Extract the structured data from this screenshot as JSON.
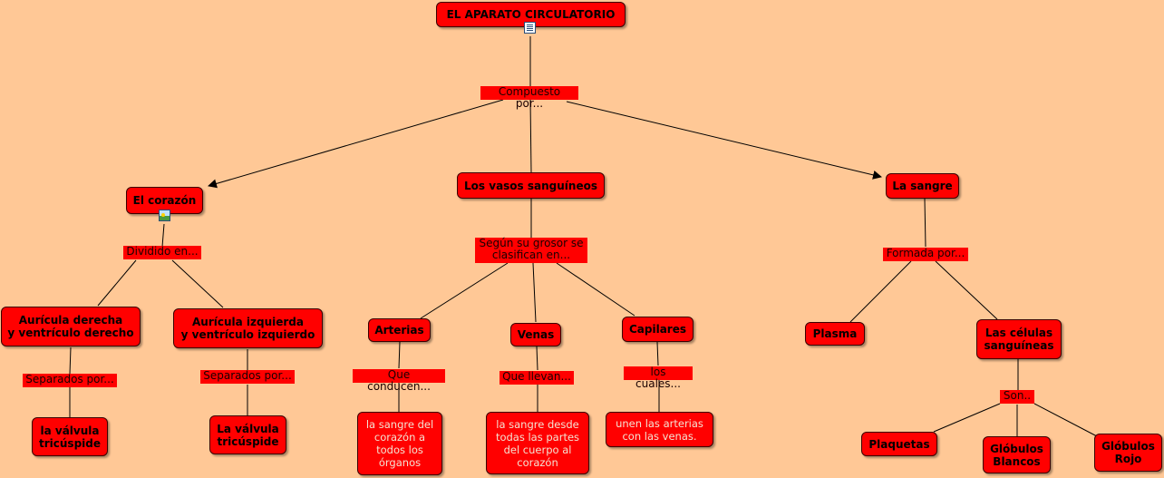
{
  "title": "EL APARATO CIRCULATORIO",
  "links": {
    "compuesto": "Compuesto por...",
    "dividido": "Dividido en...",
    "separados_1": "Separados por...",
    "separados_2": "Separados por...",
    "grosor": "Según su grosor se\nclasifican en...",
    "conducen": "Que conducen...",
    "llevan": "Que llevan...",
    "cuales": "los cuales...",
    "formada": "Formada por...",
    "son": "Son.."
  },
  "nodes": {
    "corazon": "El corazón",
    "vasos": "Los vasos sanguíneos",
    "sangre": "La sangre",
    "auricula_der": "Aurícula derecha\ny ventrículo derecho",
    "auricula_izq": "Aurícula izquierda\ny ventrículo izquierdo",
    "valvula_1": "la válvula\ntricúspide",
    "valvula_2": "La válvula\ntricúspide",
    "arterias": "Arterias",
    "venas": "Venas",
    "capilares": "Capilares",
    "arterias_desc": "la sangre del\ncorazón a\ntodos los\nórganos",
    "venas_desc": "la sangre desde\ntodas las partes\ndel cuerpo al\ncorazón",
    "capilares_desc": "unen las arterias\ncon las venas.",
    "plasma": "Plasma",
    "celulas": "Las células\nsanguíneas",
    "plaquetas": "Plaquetas",
    "globulos_blancos": "Glóbulos\nBlancos",
    "globulos_rojos": "Glóbulos\nRojo"
  },
  "icons": {
    "title_attachment": "document-icon",
    "corazon_attachment": "image-icon"
  },
  "colors": {
    "background": "#ffc896",
    "node_fill": "#ff0000",
    "line": "#000000"
  }
}
